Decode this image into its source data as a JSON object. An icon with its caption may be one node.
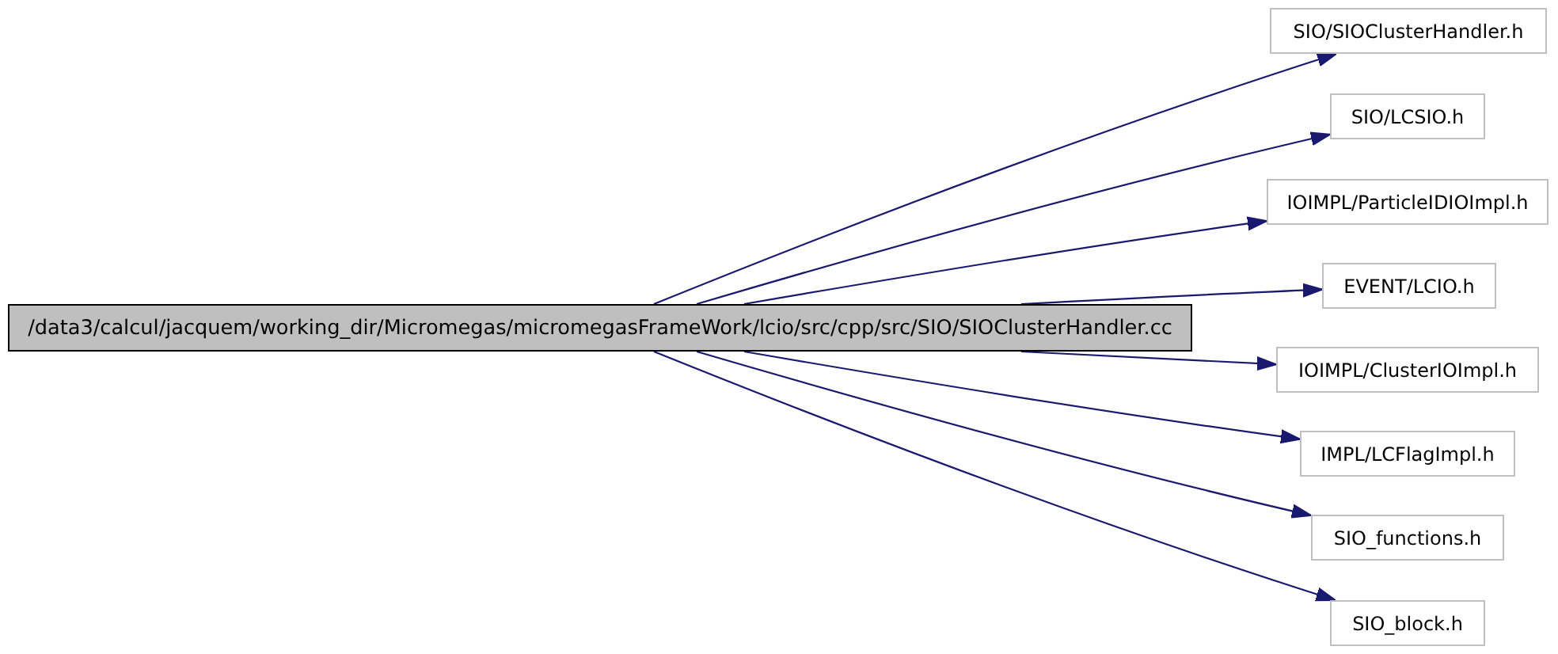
{
  "diagram": {
    "nodes": [
      {
        "text": [
          "/data3/calcul/jacquem/working_dir/Micromegas/micromegasFrameWork/lcio/src/cpp/src/SIO/SIOClusterHandler.cc"
        ]
      },
      {
        "text": [
          "SIO/SIOClusterHandler.h"
        ]
      },
      {
        "text": [
          "SIO/LCSIO.h"
        ]
      },
      {
        "text": [
          "IOIMPL/ParticleIDIOImpl.h"
        ]
      },
      {
        "text": [
          "EVENT/LCIO.h"
        ]
      },
      {
        "text": [
          "IOIMPL/ClusterIOImpl.h"
        ]
      },
      {
        "text": [
          "IMPL/LCFlagImpl.h"
        ]
      },
      {
        "text": [
          "SIO_functions.h"
        ]
      },
      {
        "text": [
          "SIO_block.h"
        ]
      }
    ],
    "edges": [
      {
        "from": 0,
        "to": 1,
        "arrow": "to"
      },
      {
        "from": 0,
        "to": 2,
        "arrow": "to"
      },
      {
        "from": 0,
        "to": 3,
        "arrow": "to"
      },
      {
        "from": 0,
        "to": 4,
        "arrow": "to"
      },
      {
        "from": 0,
        "to": 5,
        "arrow": "to"
      },
      {
        "from": 0,
        "to": 6,
        "arrow": "to"
      },
      {
        "from": 0,
        "to": 7,
        "arrow": "to"
      },
      {
        "from": 0,
        "to": 8,
        "arrow": "to"
      }
    ]
  }
}
